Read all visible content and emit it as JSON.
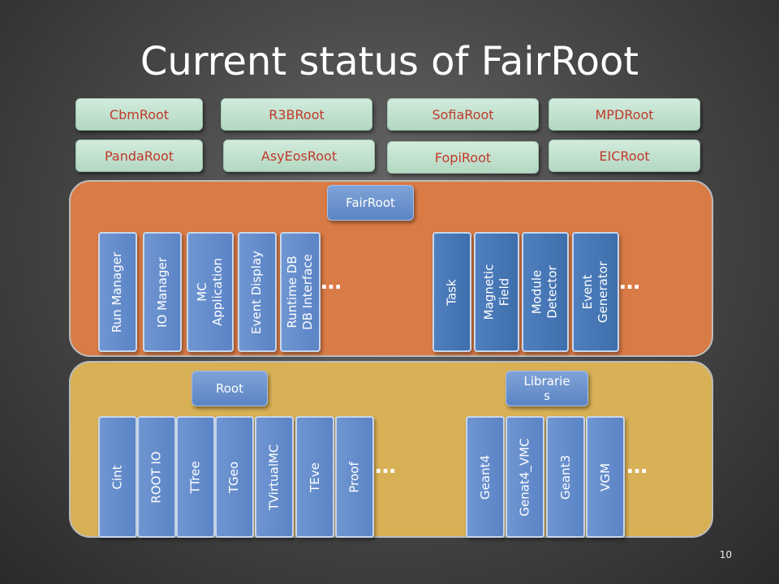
{
  "title": "Current status of FairRoot",
  "projects_row1": [
    "CbmRoot",
    "R3BRoot",
    "SofiaRoot",
    "MPDRoot"
  ],
  "projects_row2": [
    "PandaRoot",
    "AsyEosRoot",
    "FopiRoot",
    "EICRoot"
  ],
  "fairroot": {
    "header": "FairRoot",
    "left_modules": [
      "Run Manager",
      "IO Manager",
      "MC\nApplication",
      "Event Display",
      "Runtime DB\nDB Interface"
    ],
    "right_modules": [
      "Task",
      "Magnetic\nField",
      "Module\nDetector",
      "Event\nGenerator"
    ],
    "ellipsis": "…"
  },
  "base": {
    "root_header": "Root",
    "libs_header": "Librarie\ns",
    "root_modules": [
      "Cint",
      "ROOT IO",
      "TTree",
      "TGeo",
      "TVirtualMC",
      "TEve",
      "Proof"
    ],
    "lib_modules": [
      "Geant4",
      "Genat4_VMC",
      "Geant3",
      "VGM"
    ],
    "ellipsis": "…"
  },
  "page_number": "10",
  "colors": {
    "fairroot_panel": "#d97b45",
    "base_panel": "#d8b056",
    "project_text": "#c0392b",
    "module_blue": "#5b84c6"
  }
}
